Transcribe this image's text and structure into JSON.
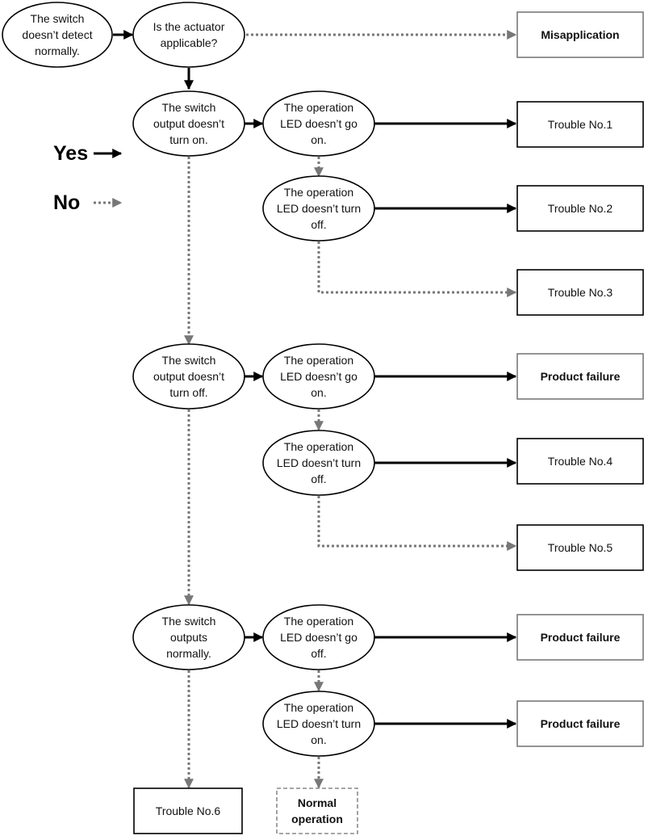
{
  "legend": {
    "yes_label": "Yes",
    "no_label": "No"
  },
  "nodes": {
    "start": [
      "The switch",
      "doesn’t detect",
      "normally."
    ],
    "actuator": [
      "Is the actuator",
      "applicable?"
    ],
    "output_on": [
      "The switch",
      "output doesn’t",
      "turn on."
    ],
    "output_off": [
      "The switch",
      "output doesn’t",
      "turn off."
    ],
    "output_normal": [
      "The switch",
      "outputs",
      "normally."
    ],
    "led_on_1": [
      "The operation",
      "LED doesn’t go",
      "on."
    ],
    "led_off_1": [
      "The operation",
      "LED doesn’t turn",
      "off."
    ],
    "led_on_2": [
      "The operation",
      "LED doesn’t go",
      "on."
    ],
    "led_off_2": [
      "The operation",
      "LED doesn’t turn",
      "off."
    ],
    "led_off_3": [
      "The operation",
      "LED doesn’t go",
      "off."
    ],
    "led_on_3": [
      "The operation",
      "LED doesn’t turn",
      "on."
    ]
  },
  "outcomes": {
    "misapplication": [
      "Misapplication"
    ],
    "trouble1": [
      "Trouble No.1"
    ],
    "trouble2": [
      "Trouble No.2"
    ],
    "trouble3": [
      "Trouble No.3"
    ],
    "failure1": [
      "Product failure"
    ],
    "trouble4": [
      "Trouble No.4"
    ],
    "trouble5": [
      "Trouble No.5"
    ],
    "failure2": [
      "Product failure"
    ],
    "failure3": [
      "Product failure"
    ],
    "trouble6": [
      "Trouble No.6"
    ],
    "normal": [
      "Normal",
      "operation"
    ]
  }
}
